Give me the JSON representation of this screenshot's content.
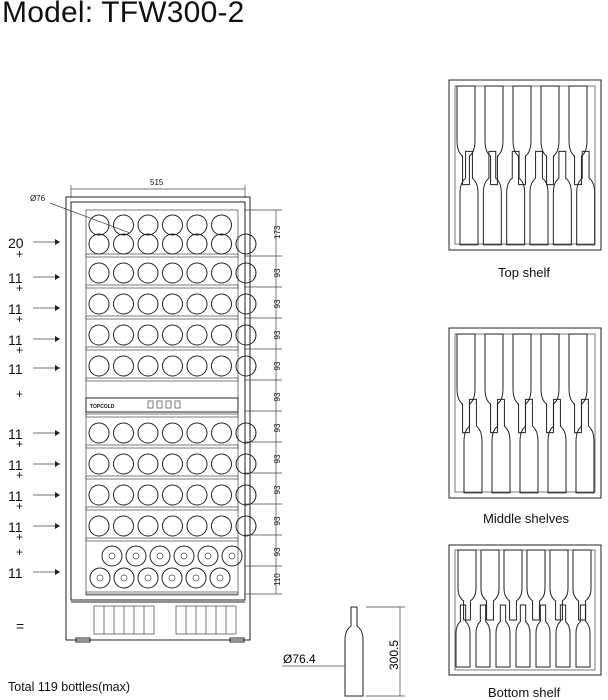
{
  "title": "Model: TFW300-2",
  "captions": {
    "top": "Top shelf",
    "middle": "Middle shelves",
    "bottom": "Bottom shelf"
  },
  "total": "Total 119 bottles(max)",
  "width_label": "515",
  "diameter_label": "Ø76",
  "bottle_diameter": "Ø76.4",
  "bottle_height": "300.5",
  "brand_text": "TOPCOLD",
  "shelf_counts": [
    "20",
    "11",
    "11",
    "11",
    "11",
    "",
    "11",
    "11",
    "11",
    "11",
    "11"
  ],
  "plus_signs": [
    "+",
    "+",
    "+",
    "+",
    "+",
    "+",
    "+",
    "+",
    "+",
    "+"
  ],
  "equals_sign": "=",
  "shelf_dims": [
    "173",
    "93",
    "93",
    "93",
    "93",
    "93",
    "93",
    "93",
    "93",
    "93",
    "93",
    "110"
  ]
}
